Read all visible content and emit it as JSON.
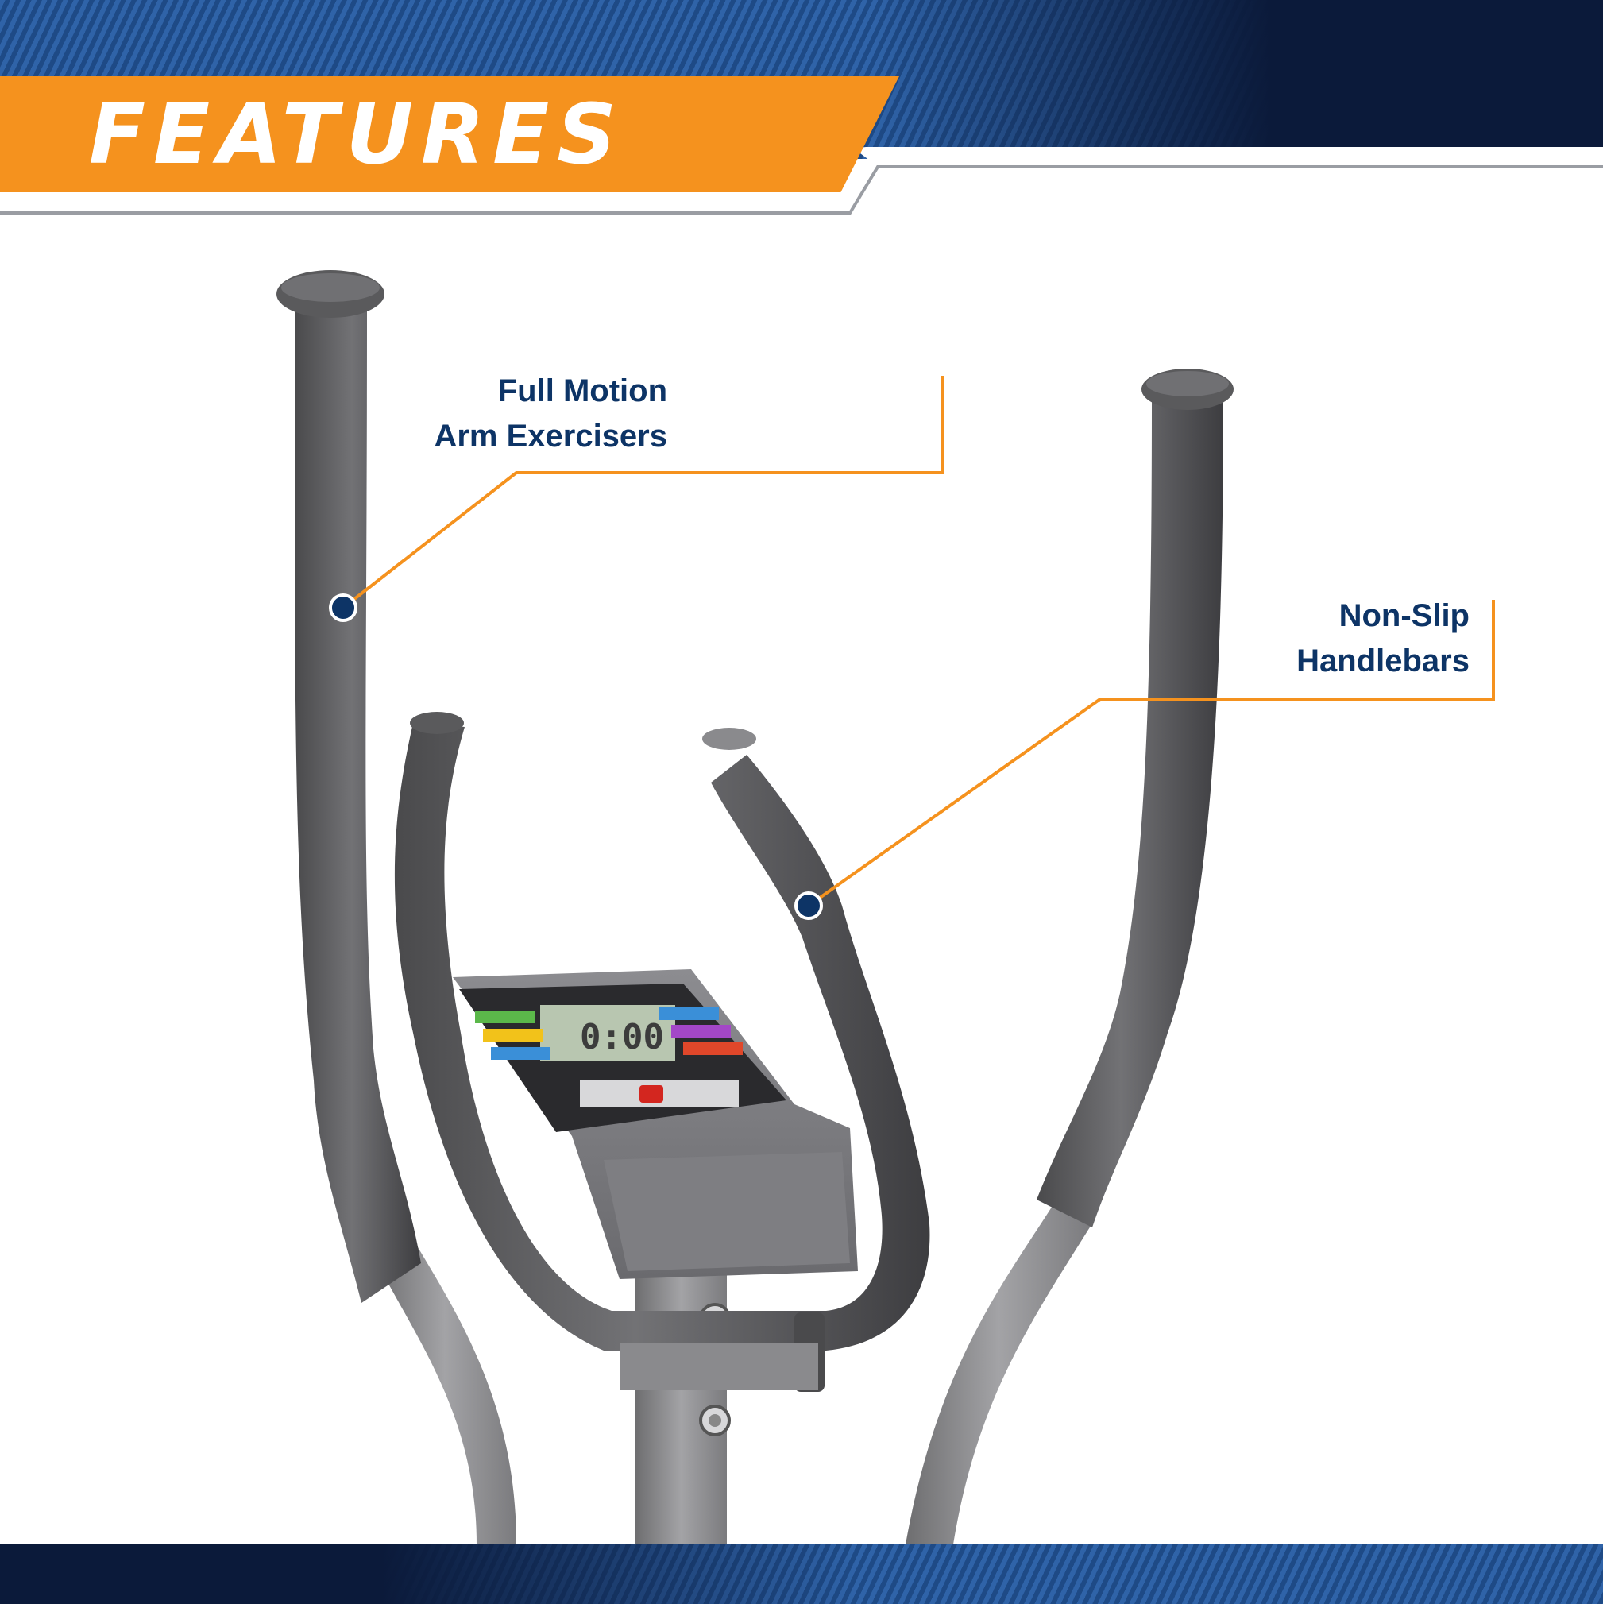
{
  "header": {
    "title": "FEATURES"
  },
  "callouts": [
    {
      "line1": "Full Motion",
      "line2": "Arm Exercisers"
    },
    {
      "line1": "Non-Slip",
      "line2": "Handlebars"
    }
  ],
  "colors": {
    "accent_orange": "#f5921e",
    "navy": "#0b1a3a",
    "label_blue": "#0d3466",
    "stripe_blue": "#2f63a8"
  }
}
